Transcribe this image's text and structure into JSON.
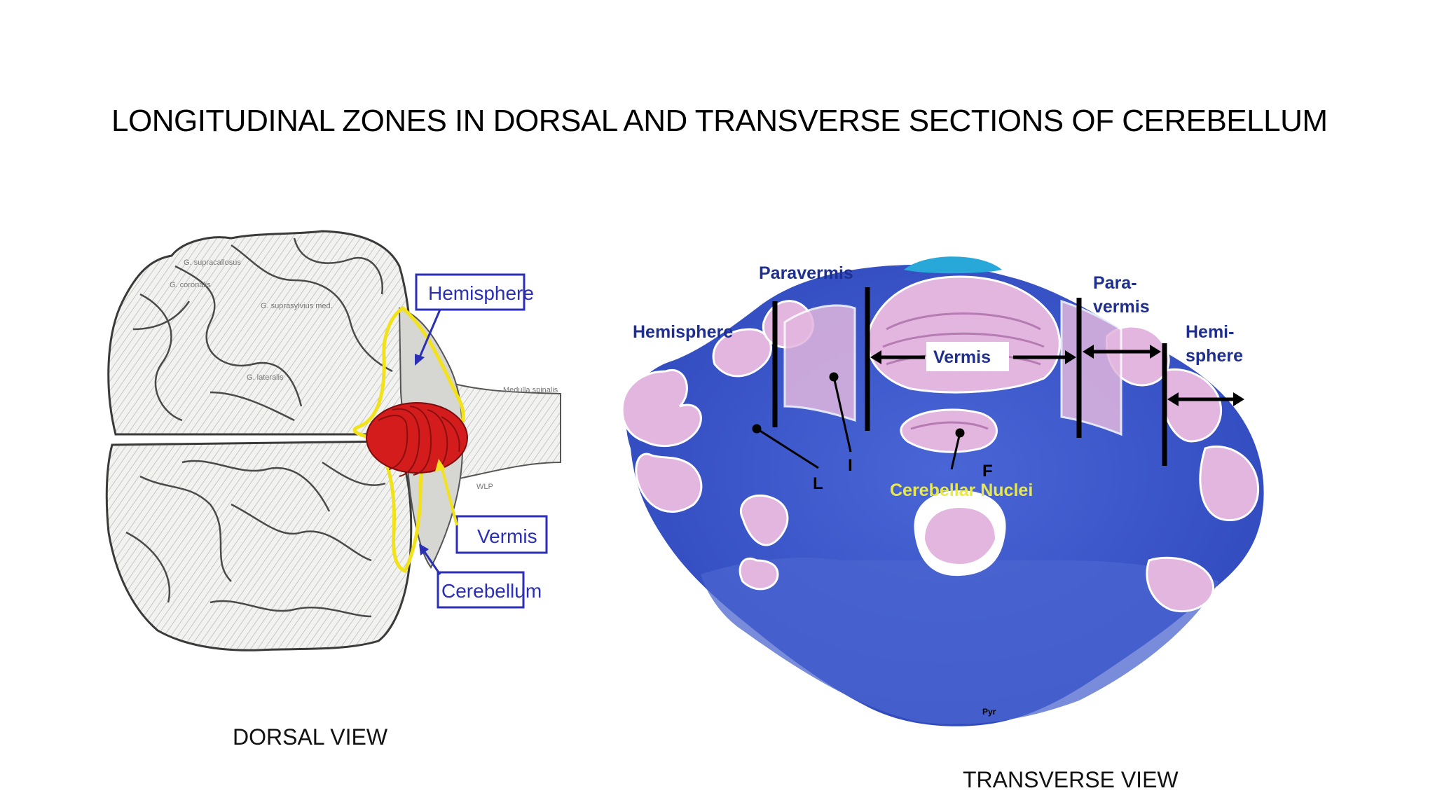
{
  "slide": {
    "title": "LONGITUDINAL ZONES IN DORSAL AND TRANSVERSE SECTIONS OF CEREBELLUM"
  },
  "dorsal": {
    "caption": "DORSAL VIEW",
    "labels": {
      "hemisphere": "Hemisphere",
      "vermis": "Vermis",
      "cerebellum": "Cerebellum"
    },
    "tiny_labels": {
      "g_supracallosus": "G. supracallosus",
      "g_coronalis": "G. coronalis",
      "sup_med": "G. suprasylvius med.",
      "lateralis": "G. lateralis",
      "medulla": "Medulla spinalis",
      "initials": "WLP"
    },
    "colors": {
      "label": "#2a2fb5",
      "outline": "#f2e21c",
      "vermis": "#d41c1c"
    }
  },
  "transverse": {
    "caption": "TRANSVERSE VIEW",
    "labels": {
      "hemisphere_left": "Hemisphere",
      "paravermis_left": "Paravermis",
      "vermis": "Vermis",
      "paravermis_right_1": "Para-",
      "paravermis_right_2": "vermis",
      "hemisphere_right_1": "Hemi-",
      "hemisphere_right_2": "sphere",
      "nuclei": "Cerebellar Nuclei",
      "nucleus_l": "L",
      "nucleus_i": "I",
      "nucleus_f": "F",
      "pyr": "Pyr"
    },
    "colors": {
      "stain": "#3b55c8",
      "cortex": "#e2b6df",
      "label": "#1f2f8f",
      "nuclei": "#e8e84a"
    }
  }
}
